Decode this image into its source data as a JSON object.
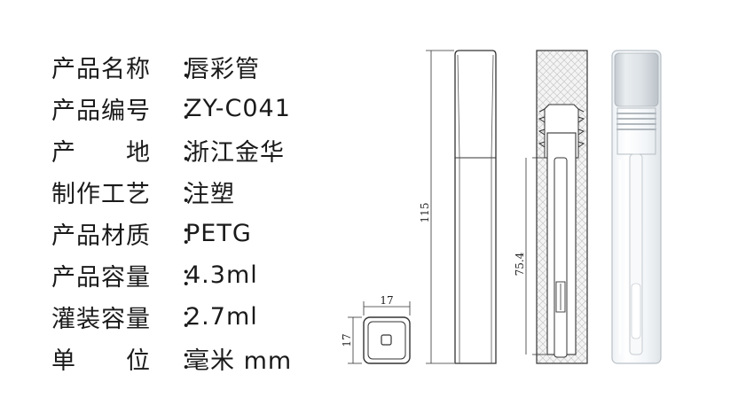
{
  "specs": [
    {
      "label": "产品名称",
      "sep": "：",
      "value": "唇彩管"
    },
    {
      "label": "产品编号",
      "sep": "：",
      "value": "ZY-C041"
    },
    {
      "label": "产　　地",
      "sep": "：",
      "value": "浙江金华"
    },
    {
      "label": "制作工艺",
      "sep": "：",
      "value": "注塑"
    },
    {
      "label": "产品材质",
      "sep": "：",
      "value": "PETG"
    },
    {
      "label": "产品容量",
      "sep": "：",
      "value": "4.3ml"
    },
    {
      "label": "灌装容量",
      "sep": "：",
      "value": "2.7ml"
    },
    {
      "label": "单　　位",
      "sep": "：",
      "value": "毫米 mm"
    }
  ],
  "dimensions": {
    "total_height": "115",
    "inner_height": "75.4",
    "width": "17",
    "depth": "17"
  },
  "colors": {
    "line": "#333333",
    "hatch": "#c8c8c8",
    "cap_gray": "#cfd4da"
  }
}
